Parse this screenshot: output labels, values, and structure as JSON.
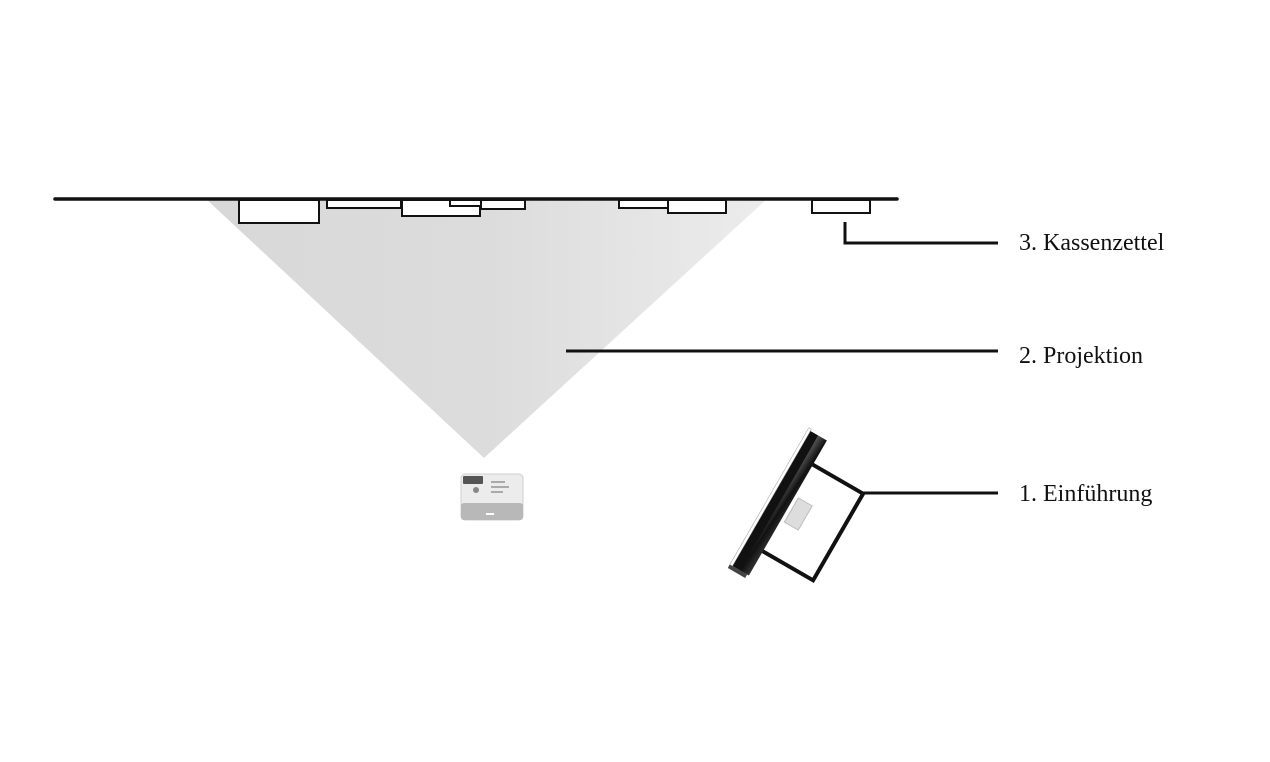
{
  "labels": {
    "kassenzettel": "3. Kassenzettel",
    "projektion": "2. Projektion",
    "einfuehrung": "1. Einführung"
  },
  "colors": {
    "ink": "#111111",
    "projection_light": "#e8e8e8",
    "projection_dark": "#d6d6d6",
    "projector_body": "#e0e0e0",
    "screen": "#222222"
  },
  "icons": {
    "projector": "projector-icon",
    "monitor": "monitor-icon"
  }
}
